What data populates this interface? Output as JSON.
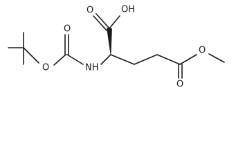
{
  "molecule": {
    "labels": {
      "hydroxyl": "OH",
      "acid_carbonyl_oxygen": "O",
      "boc_carbonyl_oxygen": "O",
      "boc_ester_oxygen": "O",
      "amine": "NH",
      "ester_carbonyl_oxygen": "O",
      "methoxy_oxygen": "O"
    }
  }
}
